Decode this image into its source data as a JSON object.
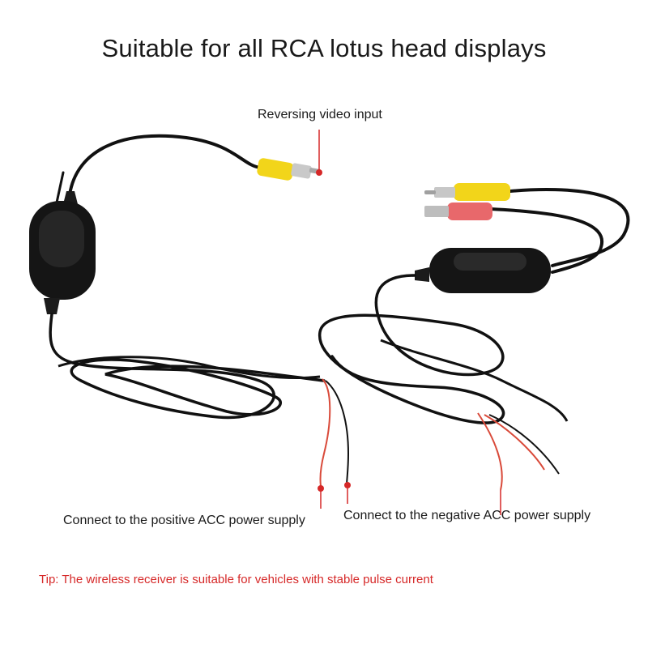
{
  "headline": "Suitable for all RCA lotus head displays",
  "labels": {
    "video_input": "Reversing video input",
    "positive_acc": "Connect to the positive ACC power supply",
    "negative_acc": "Connect to the negative ACC power supply"
  },
  "tip": "Tip: The wireless receiver is suitable for vehicles with stable pulse current",
  "colors": {
    "text": "#1a1a1a",
    "tip": "#d62828",
    "pointer": "#d62828",
    "cable": "#111111",
    "rca_yellow": "#f2d51a",
    "dc_red": "#e8686b",
    "wire_red": "#d94a3a"
  }
}
